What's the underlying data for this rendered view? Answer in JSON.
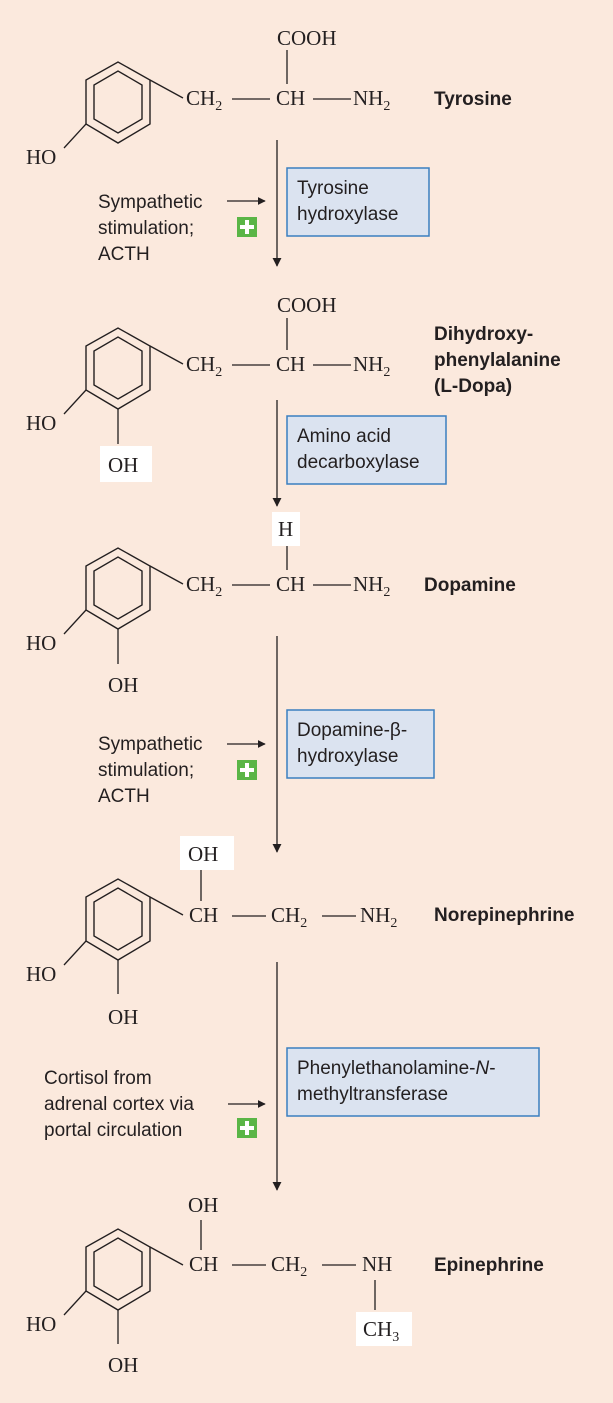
{
  "compounds": {
    "tyrosine": {
      "name": "Tyrosine",
      "ch2": "CH",
      "ch2_sub": "2",
      "ch": "CH",
      "nh2": "NH",
      "nh2_sub": "2",
      "top": "COOH",
      "ho": "HO"
    },
    "dopa": {
      "name_line1": "Dihydroxy-",
      "name_line2": "phenylalanine",
      "name_line3": "(L-Dopa)",
      "ch2": "CH",
      "ch2_sub": "2",
      "ch": "CH",
      "nh2": "NH",
      "nh2_sub": "2",
      "top": "COOH",
      "ho": "HO",
      "oh": "OH"
    },
    "dopamine": {
      "name": "Dopamine",
      "ch2": "CH",
      "ch2_sub": "2",
      "ch": "CH",
      "nh2": "NH",
      "nh2_sub": "2",
      "top": "H",
      "ho": "HO",
      "oh": "OH"
    },
    "norepinephrine": {
      "name": "Norepinephrine",
      "ch": "CH",
      "ch2": "CH",
      "ch2_sub": "2",
      "nh2": "NH",
      "nh2_sub": "2",
      "top": "OH",
      "ho": "HO",
      "oh": "OH"
    },
    "epinephrine": {
      "name": "Epinephrine",
      "ch": "CH",
      "ch2": "CH",
      "ch2_sub": "2",
      "nh": "NH",
      "top": "OH",
      "ch3": "CH",
      "ch3_sub": "3",
      "ho": "HO",
      "oh": "OH"
    }
  },
  "enzymes": {
    "step1_line1": "Tyrosine",
    "step1_line2": "hydroxylase",
    "step2_line1": "Amino acid",
    "step2_line2": "decarboxylase",
    "step3_line1": "Dopamine-β-",
    "step3_line2": "hydroxylase",
    "step4_line1_a": "Phenylethanolamine-",
    "step4_line1_b": "N",
    "step4_line1_c": "-",
    "step4_line2": "methyltransferase"
  },
  "regulators": {
    "step1_line1": "Sympathetic",
    "step1_line2": "stimulation;",
    "step1_line3": "ACTH",
    "step3_line1": "Sympathetic",
    "step3_line2": "stimulation;",
    "step3_line3": "ACTH",
    "step4_line1": "Cortisol from",
    "step4_line2": "adrenal cortex via",
    "step4_line3": "portal circulation"
  },
  "colors": {
    "background": "#fbe9dd",
    "enzyme_box_fill": "#dbe3f0",
    "enzyme_box_border": "#3a7fc0",
    "stimulation_badge": "#5ab546"
  },
  "icons": {
    "stimulation": "plus-icon",
    "arrow": "arrow-right-icon"
  }
}
